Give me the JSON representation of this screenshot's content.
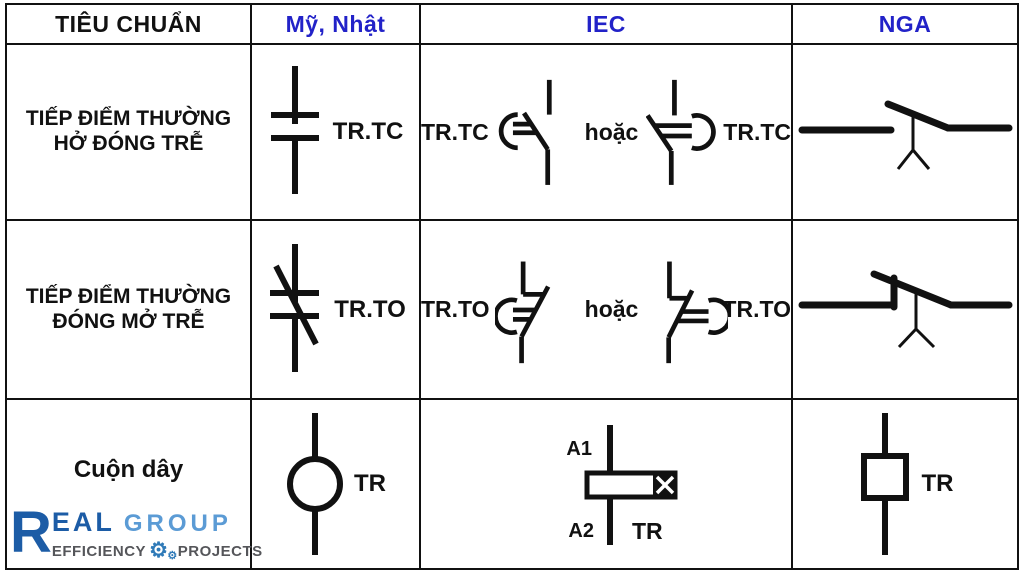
{
  "colors": {
    "ink": "#111111",
    "header_blue": "#2222c8",
    "logo_dark_blue": "#1c5ca6",
    "logo_light_blue": "#5b9bd5",
    "logo_gray": "#55565a"
  },
  "header": {
    "standard_label": "TIÊU CHUẨN",
    "col_my_nhat": "Mỹ, Nhật",
    "col_iec": "IEC",
    "col_nga": "NGA"
  },
  "row_no": {
    "label_line1": "TIẾP ĐIỂM THƯỜNG",
    "label_line2": "HỞ ĐÓNG TRỄ",
    "my_nhat_label": "TR.TC",
    "iec_left_label": "TR.TC",
    "iec_or": "hoặc",
    "iec_right_label": "TR.TC"
  },
  "row_nc": {
    "label_line1": "TIẾP ĐIỂM THƯỜNG",
    "label_line2": "ĐÓNG MỞ TRỄ",
    "my_nhat_label": "TR.TO",
    "iec_left_label": "TR.TO",
    "iec_or": "hoặc",
    "iec_right_label": "TR.TO"
  },
  "row_coil": {
    "label": "Cuộn dây",
    "my_nhat_label": "TR",
    "iec_top_terminal": "A1",
    "iec_bottom_terminal": "A2",
    "iec_label": "TR",
    "nga_label": "TR"
  },
  "symbols": {
    "us_jp_no_delayed": "capacitor-style normally-open timed-closing contact",
    "us_jp_nc_delayed": "capacitor-style contact with slash, normally-closed timed-opening",
    "iec_no_delayed_left": "IEC normally-open contact with delay arc on left",
    "iec_no_delayed_right": "IEC normally-open contact with delay arc on right",
    "iec_nc_delayed_left": "IEC normally-closed contact with delay arc on left",
    "iec_nc_delayed_right": "IEC normally-closed contact with delay arc on right",
    "nga_no_delayed": "GOST contact blade with dashpot fork",
    "nga_nc_delayed": "GOST closed contact blade with dashpot fork",
    "us_jp_coil": "circle coil",
    "iec_coil": "rectangle coil with crossed box and A1/A2 terminals",
    "nga_coil": "square coil",
    "gear_icon": "⚙"
  },
  "logo": {
    "brand_first_letter": "R",
    "brand_rest": "EAL",
    "brand_secondary": "GROUP",
    "tagline_left": "EFFICIENCY",
    "tagline_right": "PROJECTS"
  }
}
